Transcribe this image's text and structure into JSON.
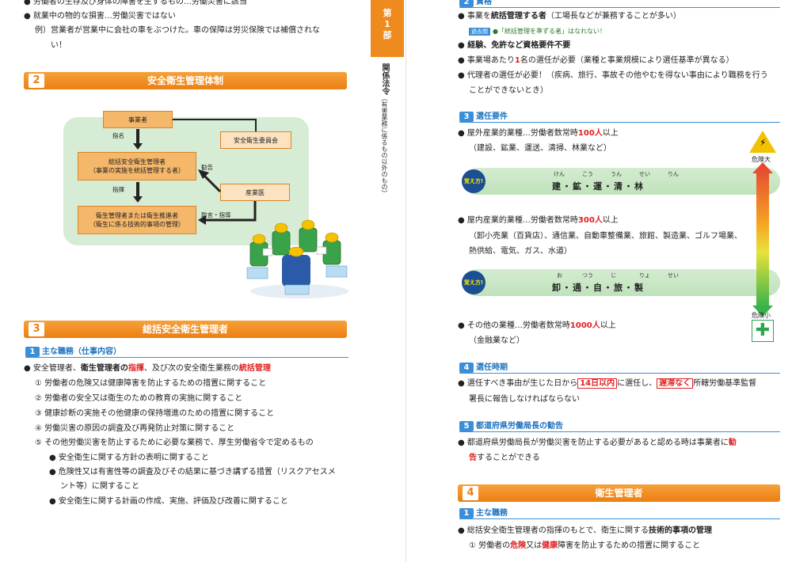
{
  "left": {
    "top_lines": [
      "● 労働者の生存及び身体の障害を生ずるもの…労働災害に該当",
      "● 就業中の物的な損害…労働災害ではない",
      "例）営業者が営業中に会社の車をぶつけた。車の保障は労災保険では補償されな",
      "い！"
    ],
    "sec2": {
      "num": "2",
      "title": "安全衛生管理体制"
    },
    "diagram": {
      "box_jigyosha": "事業者",
      "box_iinkai": "安全衛生委員会",
      "box_sokatsu_1": "総括安全衛生管理者",
      "box_sokatsu_2": "（事業の実施を統括管理する者）",
      "box_sangyoi": "産業医",
      "box_eisei_1": "衛生管理者または衛生推進者",
      "box_eisei_2": "（衛生に係る技術的事項の管理）",
      "lbl_shimei": "指名",
      "lbl_shiki": "指揮",
      "lbl_kankoku": "勧告",
      "lbl_jogen": "助言・指導"
    },
    "sec3": {
      "num": "3",
      "title": "総括安全衛生管理者"
    },
    "sub1": {
      "num": "1",
      "title": "主な職務（仕事内容）"
    },
    "duty_lead_a": "● 安全管理者、",
    "duty_lead_b": "衛生管理者の",
    "duty_lead_c": "指揮",
    "duty_lead_d": "、及び次の安全衛生業務の",
    "duty_lead_e": "統括管理",
    "duties": [
      "① 労働者の危険又は健康障害を防止するための措置に関すること",
      "② 労働者の安全又は衛生のための教育の実施に関すること",
      "③ 健康診断の実施その他健康の保持増進のための措置に関すること",
      "④ 労働災害の原因の調査及び再発防止対策に関すること",
      "⑤ その他労働災害を防止するために必要な業務で、厚生労働省令で定めるもの"
    ],
    "subduties": [
      "● 安全衛生に関する方針の表明に関すること",
      "● 危険性又は有害性等の調査及びその結果に基づき講ずる措置（リスクアセスメ",
      "ント等）に関すること",
      "● 安全衛生に関する計画の作成、実施、評価及び改善に関すること"
    ]
  },
  "tab": {
    "label_1": "第",
    "label_2": "1",
    "label_3": "部",
    "vertical_main": "関係法令",
    "vertical_sub": "（有害業務に係るもの以外のもの）"
  },
  "right": {
    "sub2": {
      "num": "2",
      "title": "資格"
    },
    "shikaku_1a": "● 事業を",
    "shikaku_1b": "統括管理する者",
    "shikaku_1c": "（工場長などが兼務することが多い）",
    "kako_badge": "過去問",
    "kako_text": "●「統括管理を準ずる者」はなれない！",
    "shikaku_2": "● 経験、免許など資格要件不要",
    "shikaku_3a": "● 事業場あたり",
    "shikaku_3b": "1",
    "shikaku_3c": "名の選任が必要（業種と事業規模により選任基準が異なる）",
    "shikaku_4": "● 代理者の選任が必要！（疾病、旅行、事故その他やむを得ない事由により職務を行う",
    "shikaku_4b": "ことができないとき）",
    "sub3": {
      "num": "3",
      "title": "選任要件"
    },
    "out_a": "● 屋外産業的業種…労働者数常時",
    "out_b": "100人",
    "out_c": "以上",
    "out_list": "（建設、鉱業、運送、清掃、林業など）",
    "mem1": {
      "badge": "覚え方!",
      "ruby": [
        "けん",
        "こう",
        "うん",
        "せい",
        "りん"
      ],
      "kanji": "建・鉱・運・清・林"
    },
    "in_a": "● 屋内産業的業種…労働者数常時",
    "in_b": "300人",
    "in_c": "以上",
    "in_list_1": "（卸小売業（百貨店）、通信業、自動車整備業、旅館、製造業、ゴルフ場業、",
    "in_list_2": "熱供給、電気、ガス、水道）",
    "mem2": {
      "badge": "覚え方!",
      "ruby": [
        "お",
        "つう",
        "じ",
        "りょ",
        "せい"
      ],
      "kanji": "卸・通・自・旅・製"
    },
    "other_a": "● その他の業種…労働者数常時",
    "other_b": "1000人",
    "other_c": "以上",
    "other_list": "（金融業など）",
    "danger_high": "危険大",
    "danger_low": "危険小",
    "sub4": {
      "num": "4",
      "title": "選任時期"
    },
    "jiki_a": "● 選任すべき事由が生じた日から",
    "jiki_b": "14日以内",
    "jiki_c": "に選任し、",
    "jiki_d": "遅滞なく",
    "jiki_e": "所轄労働基準監督",
    "jiki_f": "署長に報告しなければならない",
    "sub5": {
      "num": "5",
      "title": "都道府県労働局長の勧告"
    },
    "kankoku_a": "● 都道府県労働局長が労働災害を防止する必要があると認める時は事業者に",
    "kankoku_b": "勧",
    "kankoku_c": "告",
    "kankoku_d": "することができる",
    "sec4": {
      "num": "4",
      "title": "衛生管理者"
    },
    "sub6": {
      "num": "1",
      "title": "主な職務"
    },
    "eisei_a": "● 総括安全衛生管理者の指揮のもとで、衛生に関する",
    "eisei_b": "技術的事項の管理",
    "eisei_c1": "① 労働者の",
    "eisei_c2": "危険",
    "eisei_c3": "又は",
    "eisei_c4": "健康",
    "eisei_c5": "障害を防止するための措置に関すること"
  }
}
